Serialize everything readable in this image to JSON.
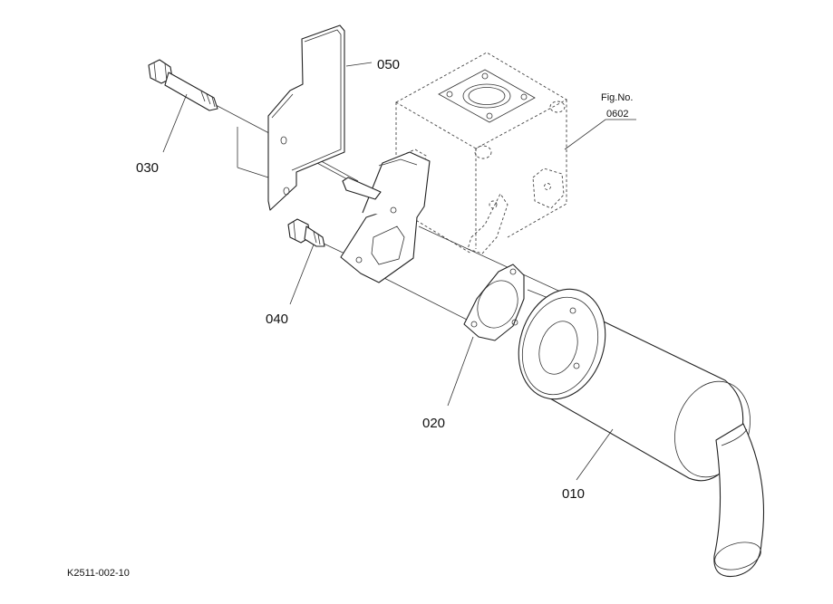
{
  "parts": {
    "p010": "010",
    "p020": "020",
    "p030": "030",
    "p040": "040",
    "p050": "050"
  },
  "fig_ref": {
    "label": "Fig.No.",
    "number": "0602"
  },
  "drawing_code": "K2511-002-10"
}
